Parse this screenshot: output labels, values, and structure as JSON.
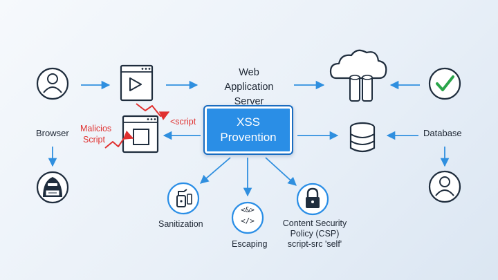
{
  "server": {
    "title": "Web\nApplication\nServer"
  },
  "xss_box": {
    "label": "XSS\nProvention"
  },
  "malicious": {
    "label_line1": "Malicios",
    "label_line2": "Script",
    "tag": "<script"
  },
  "left": {
    "browser_label": "Browser"
  },
  "right": {
    "database_label": "Database"
  },
  "escaping_badge": {
    "text_top": "<&>",
    "text_bottom": "</>"
  },
  "defenses": {
    "sanitization": "Sanitization",
    "escaping": "Escaping",
    "csp_line1": "Content Security",
    "csp_line2": "Policy (CSP)",
    "csp_line3": "script-src 'self'"
  },
  "colors": {
    "accent": "#2a8ee6",
    "line": "#1f2d3d",
    "arrow": "#2f8fdf",
    "danger": "#e0302f",
    "success": "#2aa54a"
  }
}
